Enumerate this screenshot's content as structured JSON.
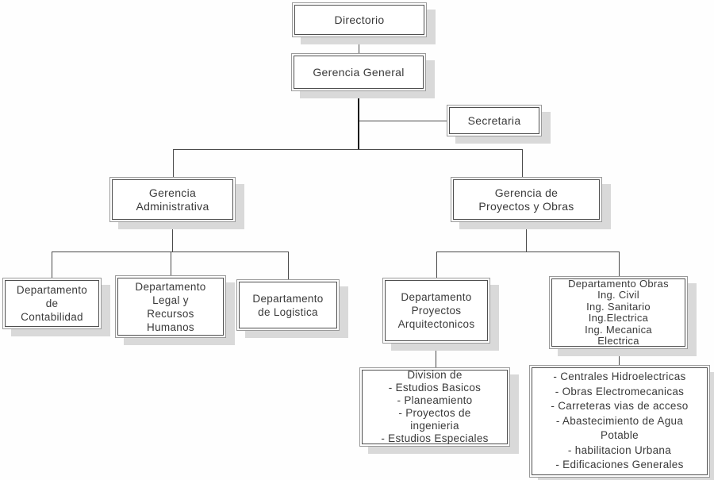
{
  "nodes": {
    "directorio": {
      "label": "Directorio"
    },
    "gerencia_general": {
      "label": "Gerencia General"
    },
    "secretaria": {
      "label": "Secretaria"
    },
    "gerencia_administrativa": {
      "label": "Gerencia\nAdministrativa"
    },
    "gerencia_proyectos": {
      "label": "Gerencia de\nProyectos y Obras"
    },
    "dep_contabilidad": {
      "label": "Departamento\nde\nContabilidad"
    },
    "dep_legal": {
      "label": "Departamento\nLegal y\nRecursos\nHumanos"
    },
    "dep_logistica": {
      "label": "Departamento\nde Logistica"
    },
    "dep_proyectos_arq": {
      "label": "Departamento\nProyectos\nArquitectonicos"
    },
    "dep_obras": {
      "label": "Departamento Obras\nIng. Civil\nIng. Sanitario\nIng.Electrica\nIng. Mecanica\nElectrica"
    },
    "division_estudios": {
      "label": "Division de\n- Estudios Basicos\n- Planeamiento\n- Proyectos de\ningenieria\n- Estudios Especiales"
    },
    "obras_lista": {
      "label": "- Centrales Hidroelectricas\n- Obras Electromecanicas\n- Carreteras vias de acceso\n- Abastecimiento de Agua\nPotable\n- habilitacion Urbana\n- Edificaciones Generales"
    }
  },
  "colors": {
    "line": "#4a4a4a",
    "box_border_outer": "#9a9a9a",
    "box_border_inner": "#4f4f4f",
    "shadow": "#d9d9d9",
    "text": "#3a3a3a",
    "background": "#fefefe"
  }
}
